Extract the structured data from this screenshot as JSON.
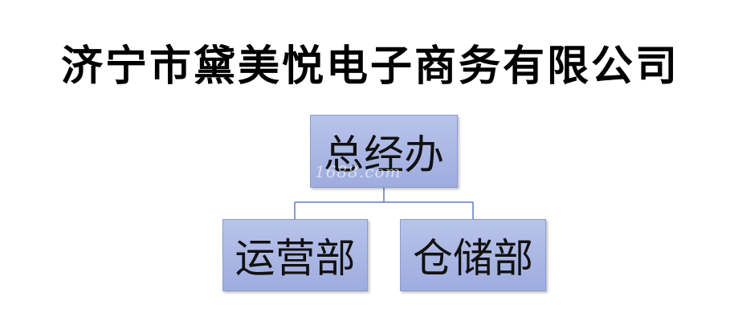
{
  "title": "济宁市黛美悦电子商务有限公司",
  "org": {
    "root": {
      "label": "总经办"
    },
    "children": [
      {
        "label": "运营部"
      },
      {
        "label": "仓储部"
      }
    ]
  },
  "watermark": "1688.com",
  "colors": {
    "node_fill": "#a9b6e4",
    "node_border": "#8c9bd0",
    "connector": "#5b7bc6"
  }
}
